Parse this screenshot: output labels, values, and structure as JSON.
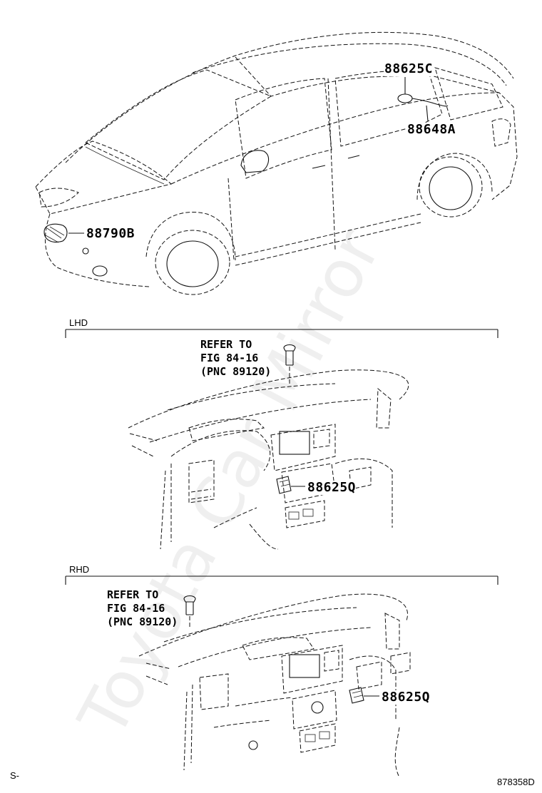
{
  "watermark": "Toyota Car Mirror",
  "parts": {
    "p1": "88625C",
    "p2": "88648A",
    "p3": "88790B",
    "p4": "88625Q",
    "p5": "88625Q"
  },
  "sections": {
    "lhd": "LHD",
    "rhd": "RHD"
  },
  "refer_lhd": {
    "line1": "REFER TO",
    "line2": "FIG 84-16",
    "line3": "(PNC 89120)"
  },
  "refer_rhd": {
    "line1": "REFER TO",
    "line2": "FIG 84-16",
    "line3": "(PNC 89120)"
  },
  "footer": {
    "left": "S-",
    "right": "878358D"
  }
}
